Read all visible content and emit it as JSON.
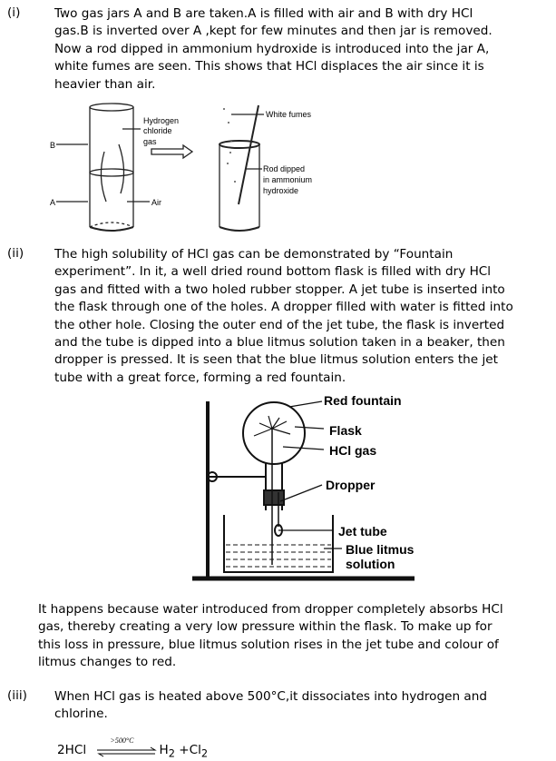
{
  "items": [
    {
      "number": "(i)",
      "lines": [
        "Two gas jars A and B are taken.A is filled with air and B with dry HCl",
        "gas.B is inverted over A ,kept for few minutes and then jar is removed.",
        "Now a rod dipped in ammonium hydroxide is introduced into the jar A,",
        "white fumes are seen. This shows that HCl displaces the air since it is",
        "heavier than air."
      ]
    },
    {
      "number": "(ii)",
      "lines": [
        "The high solubility of HCl gas can be demonstrated by “Fountain",
        "experiment”. In it, a well dried round bottom flask is filled with dry HCl",
        "gas and fitted with a two holed rubber stopper. A jet tube is inserted into",
        "the flask through one of the holes. A dropper filled with water is fitted into",
        "the other hole. Closing the outer end of the jet tube, the flask is inverted",
        "and the tube is dipped into a blue litmus solution taken in  a beaker, then",
        "dropper is pressed. It is seen that the blue litmus solution enters the jet",
        "tube with a great force, forming a red fountain."
      ]
    },
    {
      "number": "(iii)",
      "lines": [
        "When HCl gas is heated above 500°C,it dissociates into hydrogen and",
        "chlorine."
      ]
    }
  ],
  "explanation": [
    "It happens because water introduced from dropper completely absorbs HCl",
    "gas, thereby creating a very low pressure within the flask. To make up for",
    "this loss in pressure, blue litmus solution rises in the  jet tube and colour of",
    "litmus changes to red."
  ],
  "figure1": {
    "labels": {
      "hcl1": "Hydrogen",
      "hcl2": "chloride",
      "hcl3": "gas",
      "b": "B",
      "a": "A",
      "air": "Air",
      "fumes": "White fumes",
      "rod1": "Rod dipped",
      "rod2": "in ammonium",
      "rod3": "hydroxide"
    }
  },
  "figure2": {
    "labels": {
      "red": "Red fountain",
      "flask": "Flask",
      "hcl": "HCl gas",
      "dropper": "Dropper",
      "jet": "Jet tube",
      "litmus1": "Blue litmus",
      "litmus2": "solution"
    }
  },
  "equation": {
    "lhs": "2HCl",
    "condition": ">500°C",
    "rhs_h": "H",
    "rhs_h_sub": "2",
    "rhs_plus": " +Cl",
    "rhs_cl_sub": "2"
  }
}
